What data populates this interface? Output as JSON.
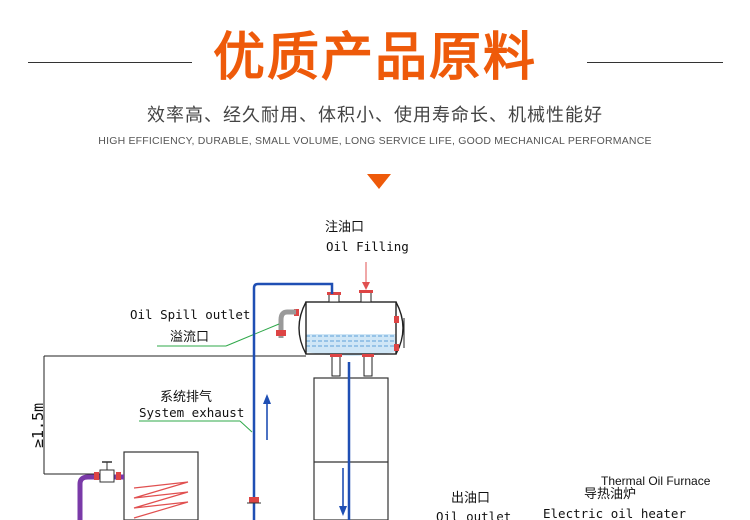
{
  "header": {
    "title": "优质产品原料",
    "subtitle_cn": "效率高、经久耐用、体积小、使用寿命长、机械性能好",
    "subtitle_en": "HIGH EFFICIENCY, DURABLE, SMALL VOLUME, LONG SERVICE LIFE, GOOD MECHANICAL PERFORMANCE"
  },
  "colors": {
    "accent": "#ee5a0a",
    "pipe_blue": "#1f4fb4",
    "pipe_purple": "#7a3aa8",
    "leader_green": "#2fa84a",
    "heater_red": "#e05050"
  },
  "diagram": {
    "oil_filling_cn": "注油口",
    "oil_filling_en": "Oil Filling",
    "oil_spill_en": "Oil Spill outlet",
    "oil_spill_cn": "溢流口",
    "system_exhaust_cn": "系统排气",
    "system_exhaust_en": "System exhaust",
    "height_label": "≥1.5m",
    "thermal_furnace_en": "Thermal Oil Furnace",
    "heater_cn": "导热油炉",
    "heater_en": "Electric oil heater",
    "oil_outlet_cn": "出油口",
    "oil_outlet_en": "Oil outlet"
  }
}
